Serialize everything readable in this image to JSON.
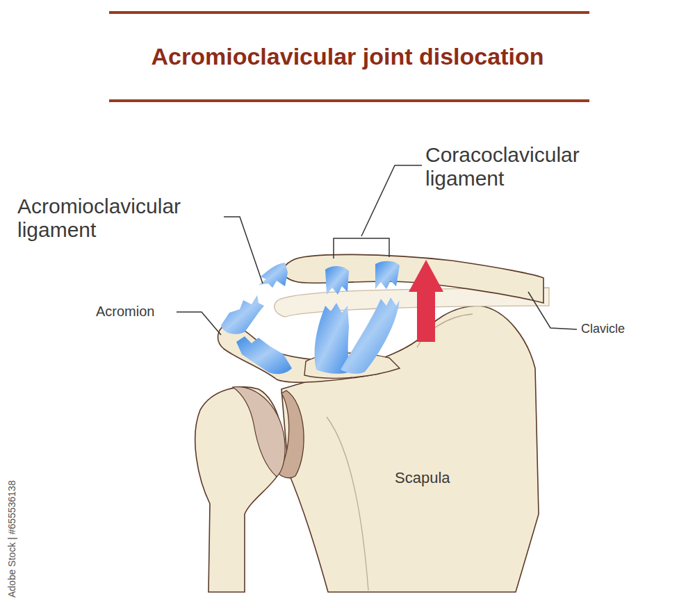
{
  "diagram": {
    "title": "Acromioclavicular joint dislocation",
    "labels": [
      "Acromioclavicular ligament",
      "Coracoclavicular ligament",
      "Acromion",
      "Clavicle",
      "Scapula",
      "Adobe Stock | #655536138"
    ]
  }
}
